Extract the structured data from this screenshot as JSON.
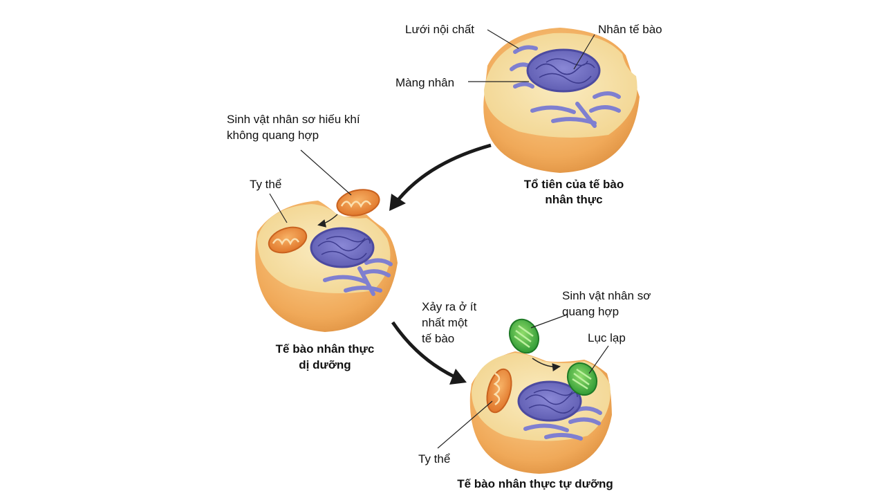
{
  "labels": {
    "endoplasmic_reticulum": "Lưới nội chất",
    "nucleus": "Nhân tế bào",
    "nuclear_envelope": "Màng nhân",
    "aerobic_prokaryote_line1": "Sinh vật nhân sơ hiếu khí",
    "aerobic_prokaryote_line2": "không quang hợp",
    "mitochondrion_top": "Ty thể",
    "ancestor_line1": "Tổ tiên của tế bào",
    "ancestor_line2": "nhân thực",
    "heterotroph_line1": "Tế bào nhân thực",
    "heterotroph_line2": "dị dưỡng",
    "occurs_line1": "Xảy ra ở ít",
    "occurs_line2": "nhất một",
    "occurs_line3": "tế bào",
    "photosynthetic_prokaryote_line1": "Sinh vật nhân sơ",
    "photosynthetic_prokaryote_line2": "quang hợp",
    "chloroplast": "Lục lạp",
    "mitochondrion_bottom": "Ty thể",
    "autotroph": "Tế bào nhân thực tự dưỡng"
  },
  "colors": {
    "cell_outer": "#f0a959",
    "cell_inner": "#f7e2a4",
    "nucleus": "#6d6bc0",
    "er": "#7f7fd0",
    "mitochondrion": "#ee8a3a",
    "chloroplast": "#3fae3f",
    "arrow": "#1a1a1a"
  }
}
